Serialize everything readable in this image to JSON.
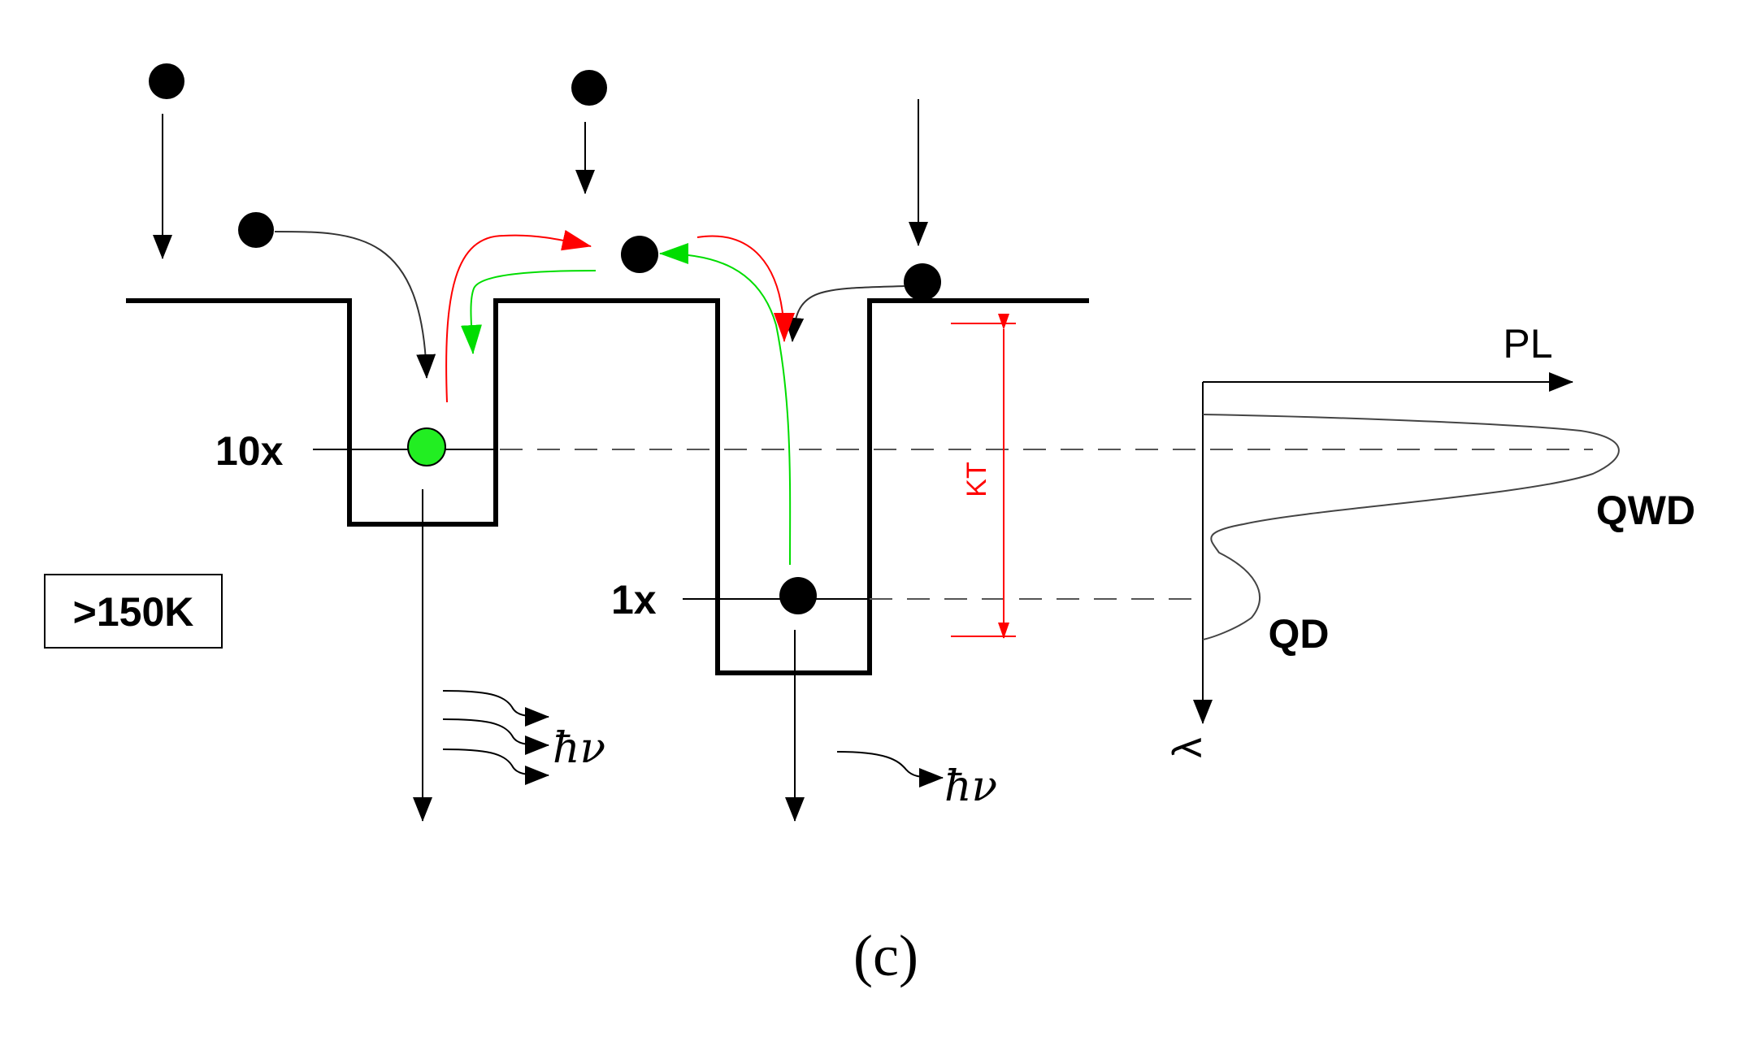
{
  "labels": {
    "level_10x": "10x",
    "level_1x": "1x",
    "temperature": ">150K",
    "kt": "KT",
    "pl_axis": "PL",
    "lambda_axis": "λ",
    "qwd": "QWD",
    "qd": "QD",
    "photon_left": "ħν",
    "photon_right": "ħν",
    "panel": "(c)"
  },
  "colors": {
    "line": "#000000",
    "red": "#ff0000",
    "green": "#00dd00",
    "green_dot": "#22ee22",
    "dash": "#555555"
  }
}
